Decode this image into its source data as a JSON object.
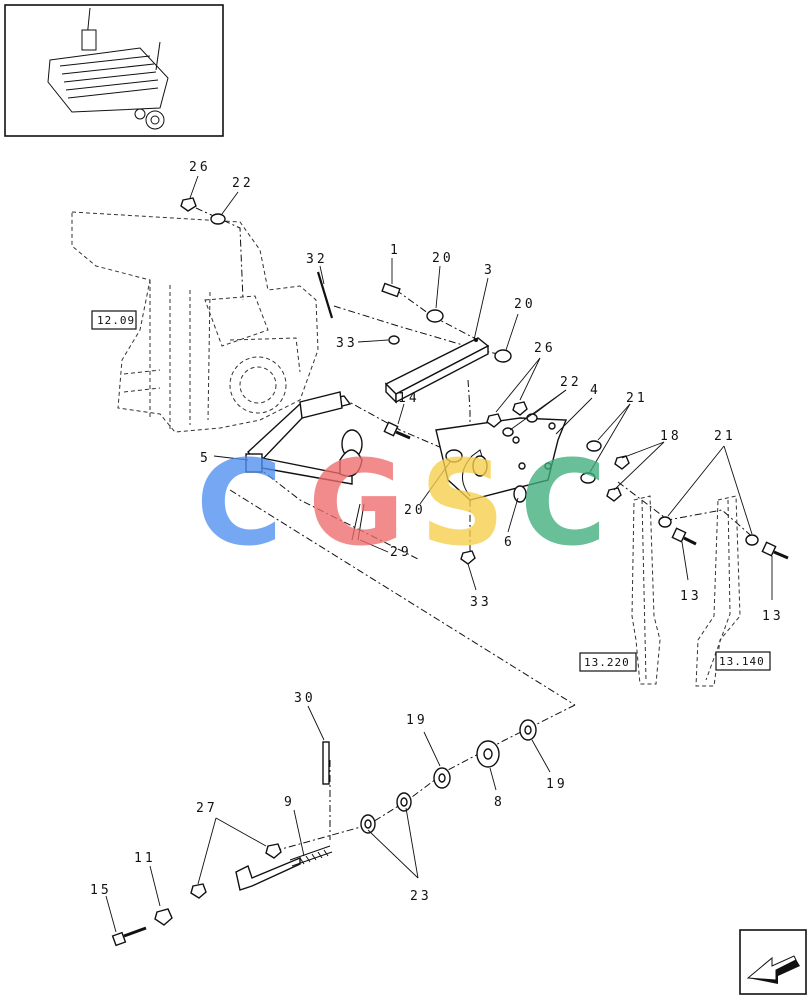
{
  "callouts": {
    "c1": "1",
    "c3": "3",
    "c4": "4",
    "c5": "5",
    "c6": "6",
    "c8": "8",
    "c9": "9",
    "c11": "11",
    "c13a": "13",
    "c13b": "13",
    "c14": "14",
    "c15": "15",
    "c18": "18",
    "c19a": "19",
    "c19b": "19",
    "c20a": "20",
    "c20b": "20",
    "c20c": "20",
    "c21a": "21",
    "c21b": "21",
    "c22a": "22",
    "c22b": "22",
    "c23": "23",
    "c26a": "26",
    "c26b": "26",
    "c27": "27",
    "c29": "29",
    "c30": "30",
    "c32": "32",
    "c33a": "33",
    "c33b": "33"
  },
  "references": {
    "ref_1209": "12.09",
    "ref_13220": "13.220",
    "ref_13140": "13.140"
  },
  "watermark": {
    "letters": [
      "C",
      "G",
      "S",
      "C"
    ],
    "colors": [
      "#4f8ff0",
      "#ef6d6d",
      "#f7cf4a",
      "#3fae7a"
    ]
  },
  "icons": {
    "thumbnail": "machine-thumbnail-icon",
    "nav": "next-page-arrow-icon"
  }
}
